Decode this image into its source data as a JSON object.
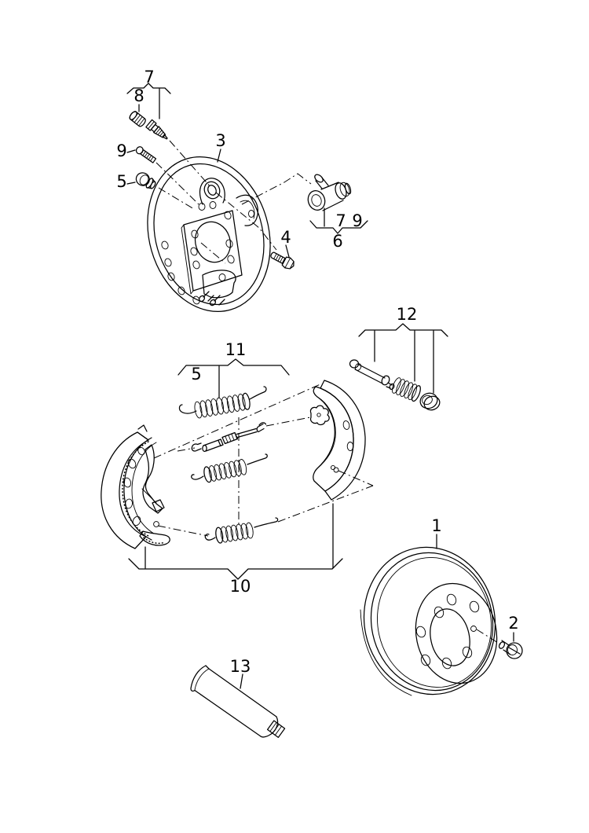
{
  "diagram": {
    "kind": "exploded-parts-drawing",
    "background": "#ffffff",
    "line_color": "#000000"
  },
  "callouts": [
    {
      "text": "7"
    },
    {
      "text": "8"
    },
    {
      "text": "9"
    },
    {
      "text": "5"
    },
    {
      "text": "3"
    },
    {
      "text": "4"
    },
    {
      "text": "7"
    },
    {
      "text": "9"
    },
    {
      "text": "6"
    },
    {
      "text": "12"
    },
    {
      "text": "11"
    },
    {
      "text": "5"
    },
    {
      "text": "10"
    },
    {
      "text": "1"
    },
    {
      "text": "2"
    },
    {
      "text": "13"
    }
  ]
}
